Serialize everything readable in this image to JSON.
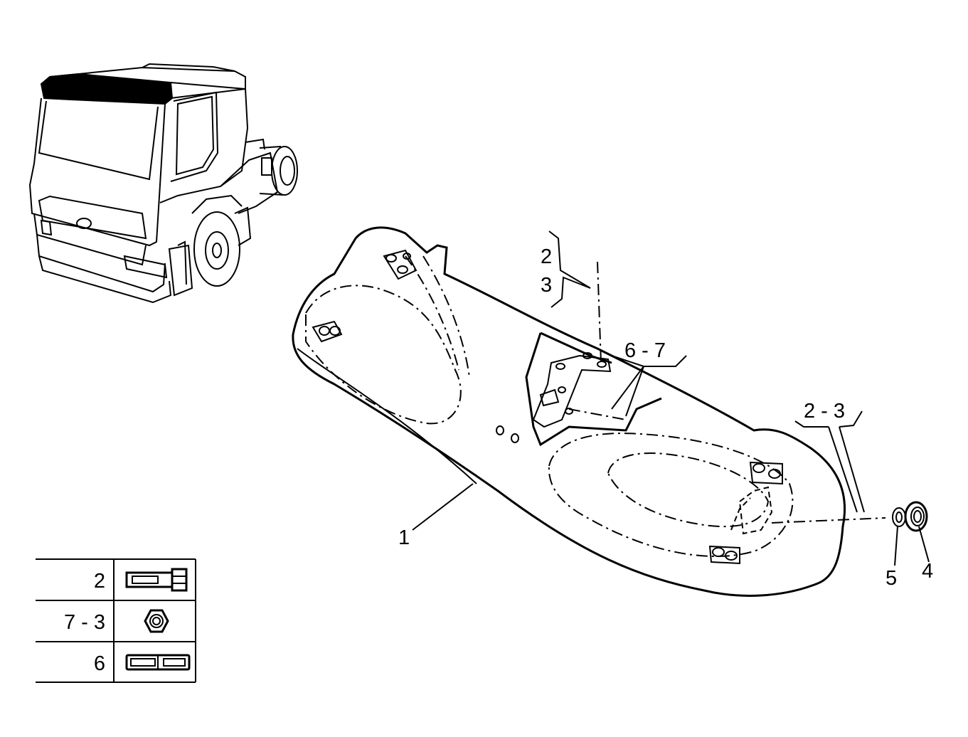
{
  "diagram": {
    "callouts": {
      "part_1": "1",
      "part_2": "2",
      "part_3": "3",
      "part_6_7": "6 - 7",
      "part_2_3": "2 - 3",
      "part_4": "4",
      "part_5": "5"
    },
    "legend": {
      "rows": [
        {
          "number": "2",
          "icon": "bolt-icon"
        },
        {
          "number": "7 - 3",
          "icon": "nut-icon"
        },
        {
          "number": "6",
          "icon": "stud-icon"
        }
      ]
    }
  }
}
